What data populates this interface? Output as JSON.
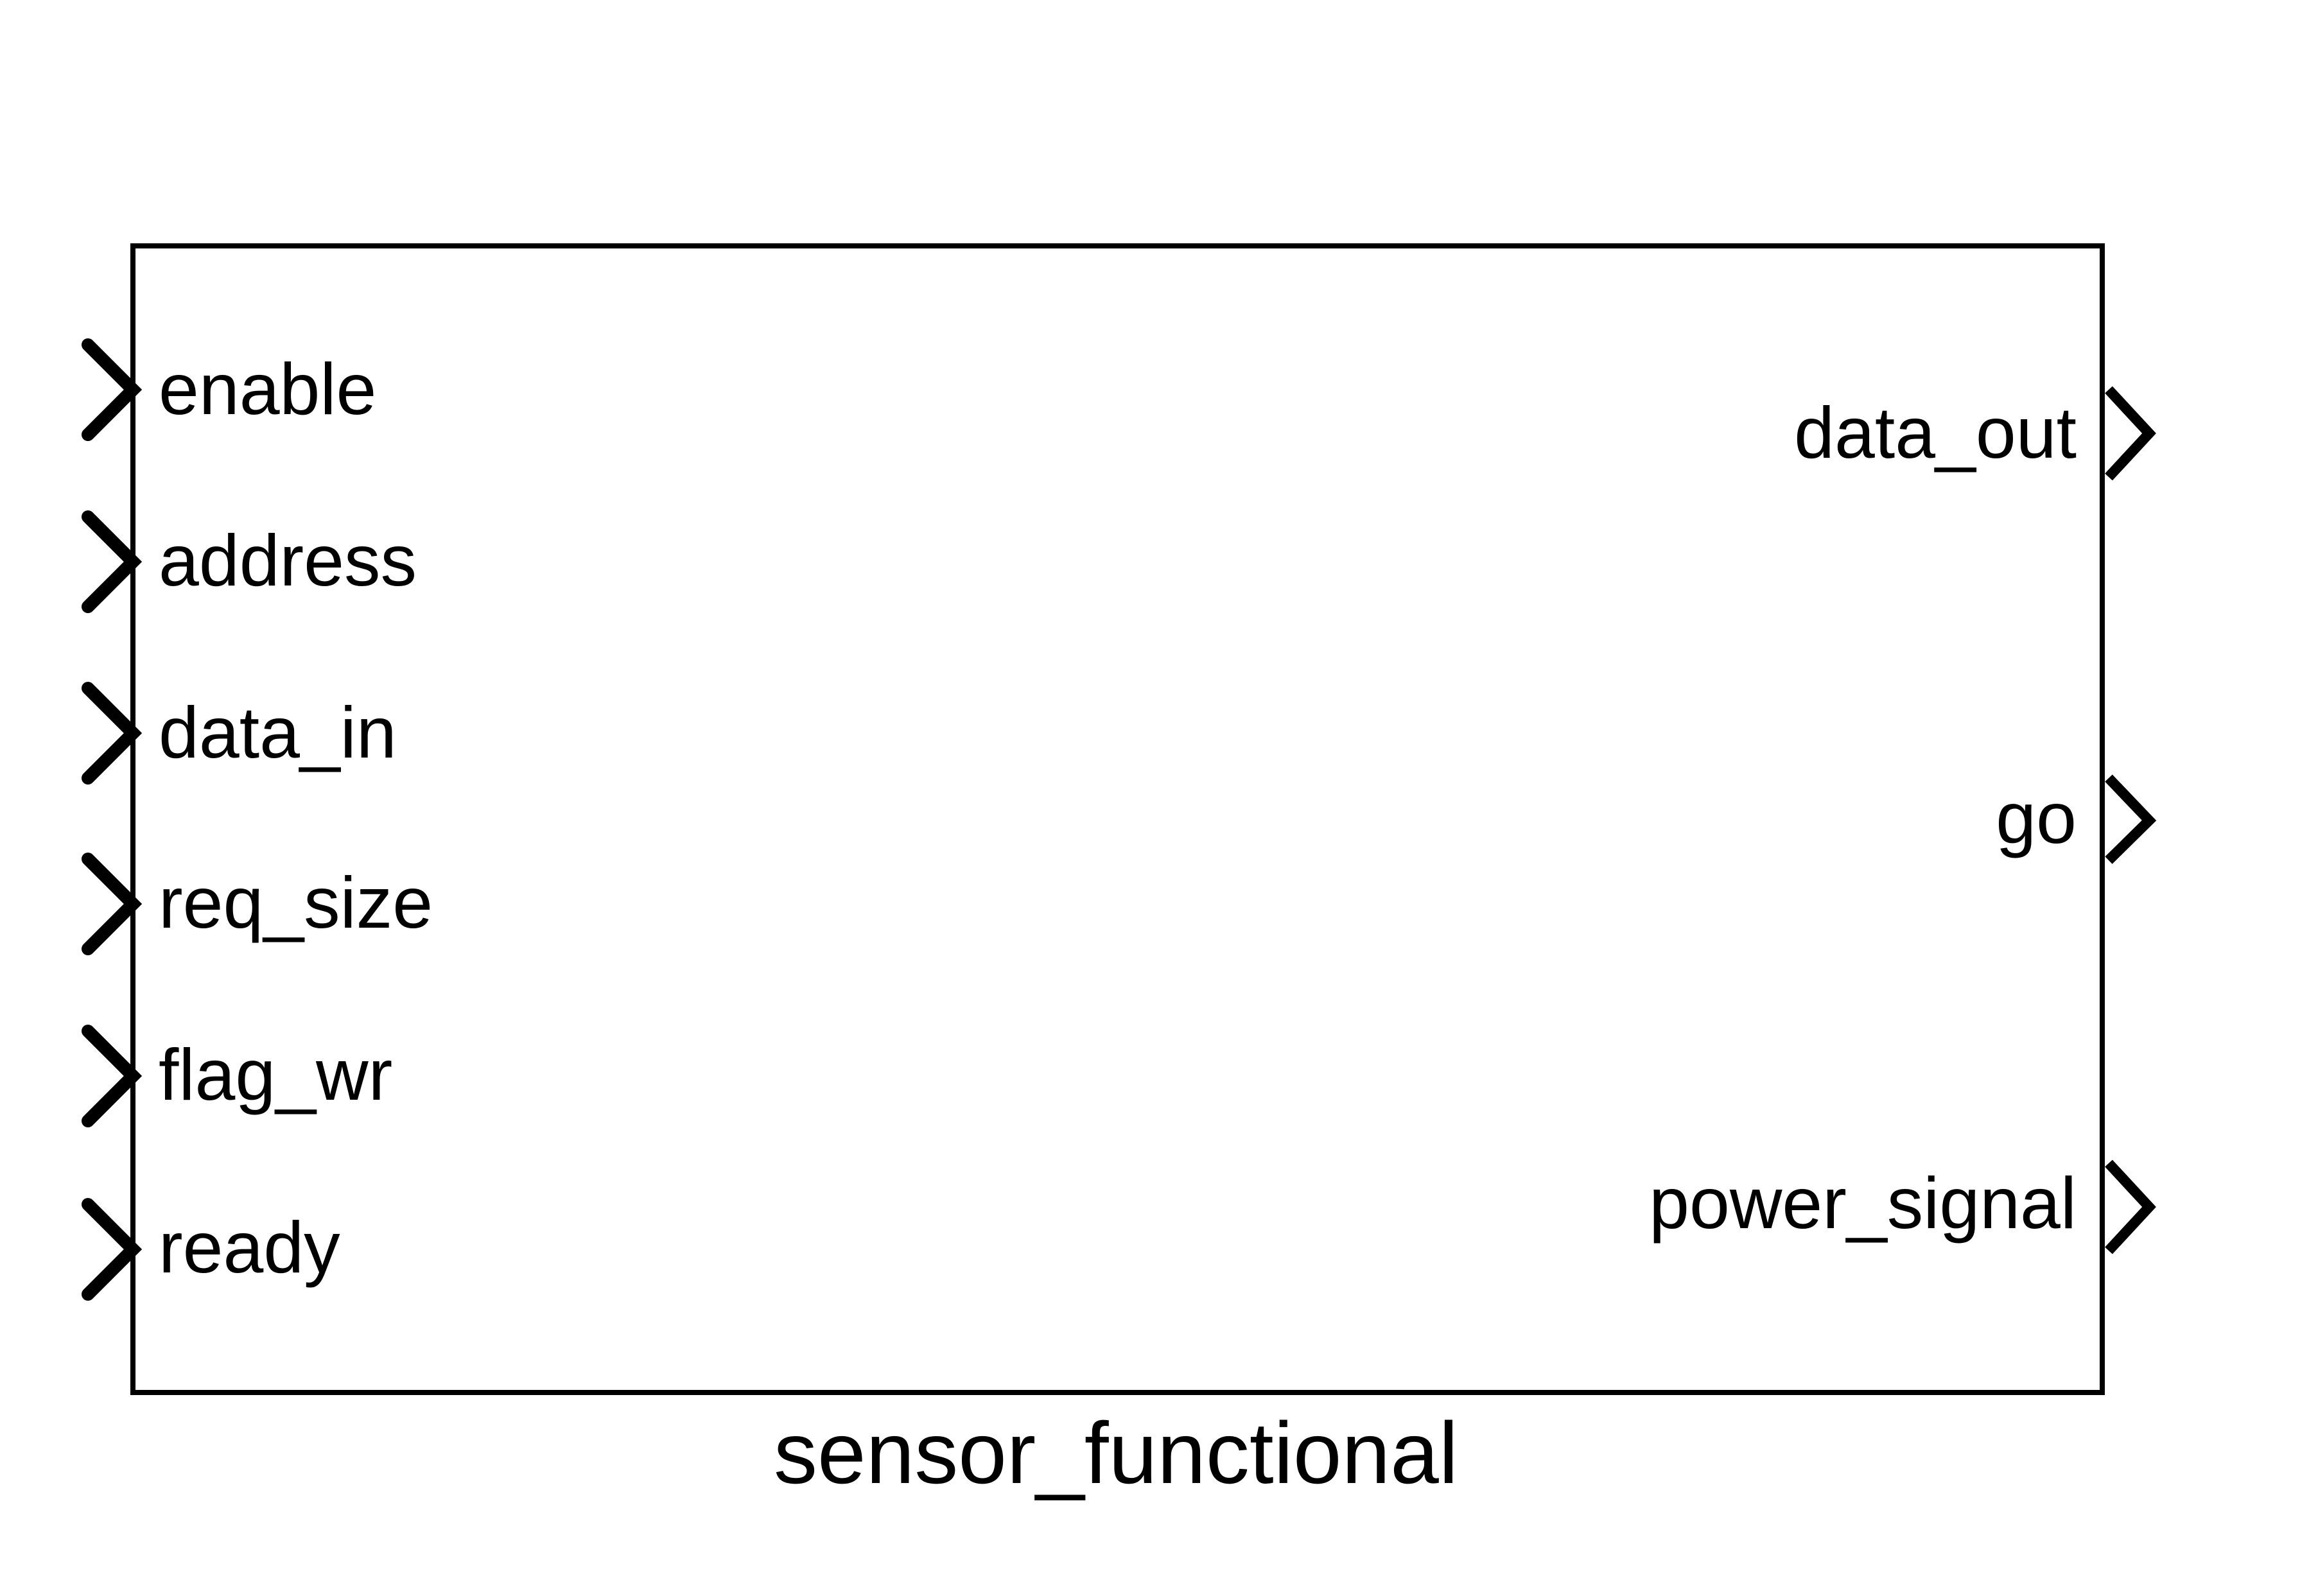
{
  "block": {
    "name": "sensor_functional",
    "inputs": [
      {
        "label": "enable"
      },
      {
        "label": "address"
      },
      {
        "label": "data_in"
      },
      {
        "label": "req_size"
      },
      {
        "label": "flag_wr"
      },
      {
        "label": "ready"
      }
    ],
    "outputs": [
      {
        "label": "data_out"
      },
      {
        "label": "go"
      },
      {
        "label": "power_signal"
      }
    ]
  },
  "colors": {
    "stroke": "#000000",
    "background": "#ffffff"
  }
}
